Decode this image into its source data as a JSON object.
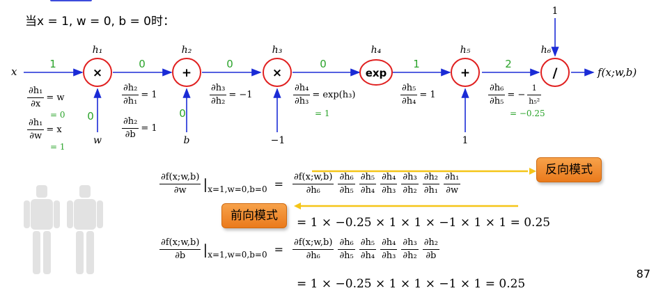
{
  "condition": "当x = 1, w = 0, b = 0时：",
  "graph": {
    "input_x": "x",
    "top_input": "1",
    "output": "f(x;w,b)",
    "nodes": [
      {
        "label": "h₁",
        "op": "×"
      },
      {
        "label": "h₂",
        "op": "+"
      },
      {
        "label": "h₃",
        "op": "×"
      },
      {
        "label": "h₄",
        "op": "exp"
      },
      {
        "label": "h₅",
        "op": "+"
      },
      {
        "label": "h₆",
        "op": "/"
      }
    ],
    "edge_values": [
      "1",
      "0",
      "0",
      "0",
      "1",
      "2"
    ],
    "side_inputs": [
      {
        "name": "w",
        "value": "0"
      },
      {
        "name": "b",
        "value": "0"
      },
      {
        "name": "−1",
        "value": ""
      },
      {
        "name": "1",
        "value": ""
      }
    ],
    "local_gradients": {
      "g1a": {
        "num": "∂h₁",
        "den": "∂x",
        "rhs": "= w",
        "val": "= 0"
      },
      "g1b": {
        "num": "∂h₁",
        "den": "∂w",
        "rhs": "= x",
        "val": "= 1"
      },
      "g2a": {
        "num": "∂h₂",
        "den": "∂h₁",
        "rhs": "= 1"
      },
      "g2b": {
        "num": "∂h₂",
        "den": "∂b",
        "rhs": "= 1"
      },
      "g3": {
        "num": "∂h₃",
        "den": "∂h₂",
        "rhs": "= −1"
      },
      "g4": {
        "num": "∂h₄",
        "den": "∂h₃",
        "rhs": "= exp(h₃)",
        "val": "= 1"
      },
      "g5": {
        "num": "∂h₅",
        "den": "∂h₄",
        "rhs": "= 1"
      },
      "g6": {
        "num": "∂h₆",
        "den": "∂h₅",
        "rhs": "= −",
        "rhs_num": "1",
        "rhs_den": "h₅²",
        "val": "= −0.25"
      }
    }
  },
  "reverse_mode_label": "反向模式",
  "forward_mode_label": "前向模式",
  "equations": {
    "eq1_lhs_num": "∂f(x;w,b)",
    "eq1_lhs_den": "∂w",
    "eval_sub": "x=1,w=0,b=0",
    "eq1_chain": [
      {
        "num": "∂f(x;w,b)",
        "den": "∂h₆"
      },
      {
        "num": "∂h₆",
        "den": "∂h₅"
      },
      {
        "num": "∂h₅",
        "den": "∂h₄"
      },
      {
        "num": "∂h₄",
        "den": "∂h₃"
      },
      {
        "num": "∂h₃",
        "den": "∂h₂"
      },
      {
        "num": "∂h₂",
        "den": "∂h₁"
      },
      {
        "num": "∂h₁",
        "den": "∂w"
      }
    ],
    "eq1_result": "= 1 × −0.25 × 1 × 1 × −1 × 1 × 1 = 0.25",
    "eq2_lhs_num": "∂f(x;w,b)",
    "eq2_lhs_den": "∂b",
    "eq2_chain": [
      {
        "num": "∂f(x;w,b)",
        "den": "∂h₆"
      },
      {
        "num": "∂h₆",
        "den": "∂h₅"
      },
      {
        "num": "∂h₅",
        "den": "∂h₄"
      },
      {
        "num": "∂h₄",
        "den": "∂h₃"
      },
      {
        "num": "∂h₃",
        "den": "∂h₂"
      },
      {
        "num": "∂h₂",
        "den": "∂b"
      }
    ],
    "eq2_result": "= 1 × −0.25 × 1 × 1 × −1 × 1 = 0.25"
  },
  "page_number": "87",
  "colors": {
    "node": "#e02020",
    "arrow": "#1a2bd6",
    "value": "#2aa32a",
    "button": "#f08a2a",
    "yellow_arrow": "#f5c518"
  }
}
